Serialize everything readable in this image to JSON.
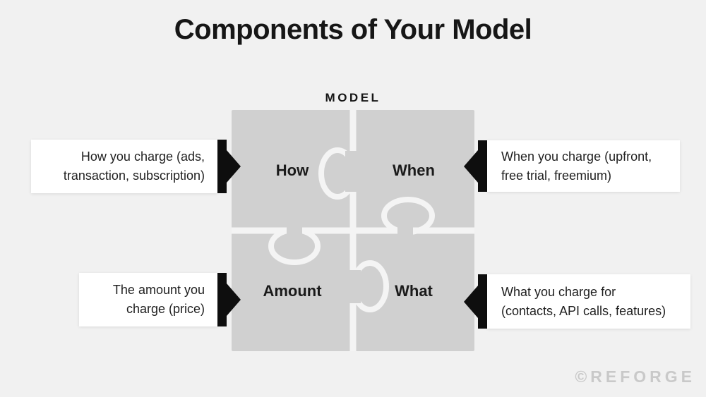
{
  "title": "Components of Your Model",
  "model_label": "MODEL",
  "watermark": "©REFORGE",
  "colors": {
    "background": "#f1f1f1",
    "puzzle_gray": "#d0d0d0",
    "puzzle_gap": "#f4f4f4",
    "callout_background": "#ffffff",
    "pointer_black": "#0e0e0e",
    "text": "#1a1a1a",
    "watermark_gray": "#c9c9c9"
  },
  "puzzle": {
    "pieces": [
      {
        "label": "How"
      },
      {
        "label": "When"
      },
      {
        "label": "Amount"
      },
      {
        "label": "What"
      }
    ]
  },
  "callouts": [
    {
      "piece": "How",
      "side": "left",
      "line1": "How you charge (ads,",
      "line2": "transaction, subscription)"
    },
    {
      "piece": "When",
      "side": "right",
      "line1": "When you charge (upfront,",
      "line2": "free trial, freemium)"
    },
    {
      "piece": "Amount",
      "side": "left",
      "line1": "The amount you",
      "line2": "charge (price)"
    },
    {
      "piece": "What",
      "side": "right",
      "line1": "What you charge for",
      "line2": "(contacts, API calls, features)"
    }
  ]
}
